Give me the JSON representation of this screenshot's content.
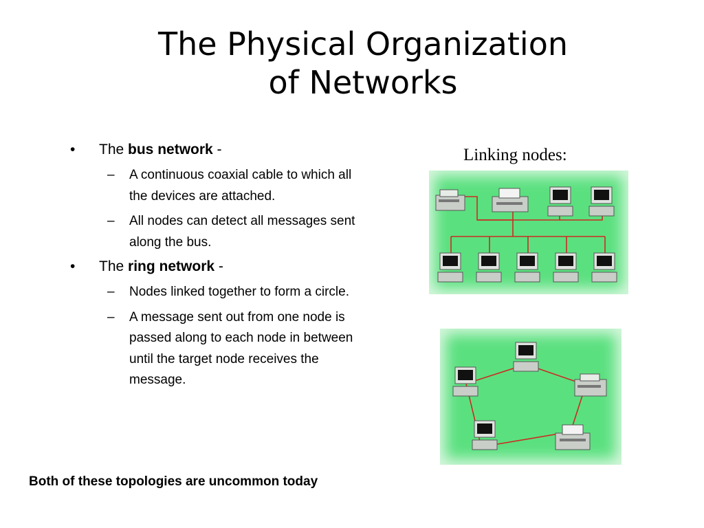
{
  "slide": {
    "title_line1": "The Physical Organization",
    "title_line2": "of Networks",
    "bullets": [
      {
        "prefix": "The ",
        "bold": "bus network",
        "suffix": " -",
        "subs": [
          "A continuous coaxial cable to which all the devices are attached.",
          "All nodes can detect all messages sent along the bus."
        ]
      },
      {
        "prefix": "The ",
        "bold": "ring network",
        "suffix": " -",
        "subs": [
          "Nodes linked together to form a circle.",
          "A message sent out from one node is passed along to each node in between until the target node receives the message."
        ]
      }
    ],
    "footer": "Both of these topologies are uncommon today",
    "figure_caption": "Linking nodes:"
  },
  "colors": {
    "panel_green": "#5be07f",
    "cable_red": "#cc2a22"
  },
  "icons": [
    "computer-icon",
    "printer-icon"
  ]
}
